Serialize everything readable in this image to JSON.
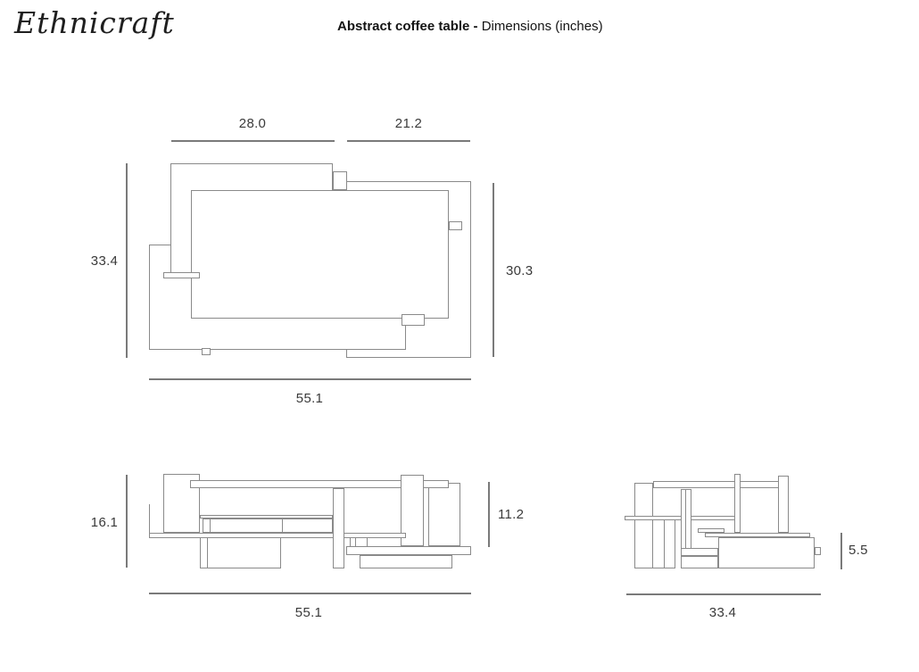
{
  "header": {
    "logo": "Ethnicraft",
    "title_bold": "Abstract coffee table -",
    "title_regular": " Dimensions (inches)"
  },
  "views": {
    "plan": {
      "dims": {
        "top_left_width": "28.0",
        "top_right_width": "21.2",
        "left_depth": "33.4",
        "right_depth": "30.3",
        "total_width": "55.1"
      }
    },
    "front": {
      "dims": {
        "total_height": "16.1",
        "tabletop_to_shelf_height": "11.2",
        "total_width": "55.1"
      }
    },
    "side": {
      "dims": {
        "plinth_height": "5.5",
        "total_depth": "33.4"
      }
    }
  },
  "colors": {
    "outline": "#8a8a8a",
    "dimension_line": "#7a7a7a",
    "text": "#3a3a3a"
  }
}
